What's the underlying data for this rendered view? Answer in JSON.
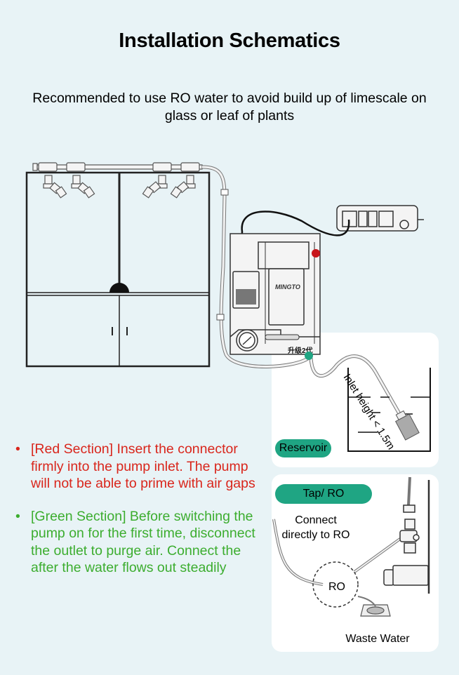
{
  "title": "Installation Schematics",
  "subtitle": "Recommended to use RO water to avoid build up of limescale on glass or leaf of plants",
  "colors": {
    "background": "#e8f3f6",
    "red_section": "#d9261c",
    "green_section": "#3cad2f",
    "pill": "#1fa583",
    "red_marker": "#c8151b",
    "green_marker": "#1fa583"
  },
  "diagram": {
    "inlet_label": "Inlet height < 1.5m",
    "pump_brand": "MINGTO",
    "pump_badge": "升级2代",
    "reservoir": {
      "label": "Reservoir"
    },
    "tap_ro": {
      "label": "Tap/ RO",
      "connect_text": "Connect directly to RO",
      "ro_label": "RO",
      "waste_label": "Waste Water"
    }
  },
  "notes": [
    {
      "bullet": "•",
      "text": "[Red Section] Insert the connector firmly into the pump inlet. The pump will not be able to prime with air gaps",
      "color": "red"
    },
    {
      "bullet": "•",
      "text": "[Green Section] Before switching the pump on for the first time, disconnect the outlet to purge air. Connect the after the water flows out steadily",
      "color": "green"
    }
  ]
}
